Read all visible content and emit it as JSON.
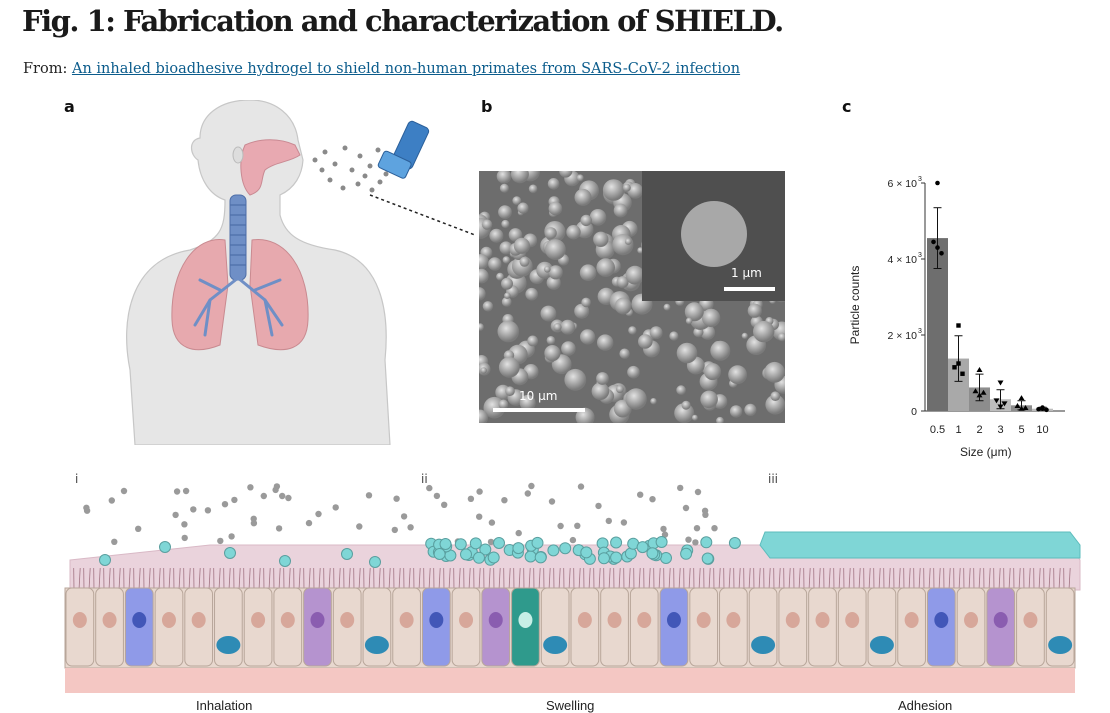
{
  "header": {
    "title": "Fig. 1: Fabrication and characterization of SHIELD.",
    "from_prefix": "From:",
    "from_link": "An inhaled bioadhesive hydrogel to shield non-human primates from SARS-CoV-2 infection"
  },
  "panels": {
    "a": "a",
    "b": "b",
    "c": "c"
  },
  "sem": {
    "scale_main": "10 μm",
    "scale_inset": "1 μm"
  },
  "roman": {
    "i": "i",
    "ii": "ii",
    "iii": "iii"
  },
  "stages": {
    "inhalation": "Inhalation",
    "swelling": "Swelling",
    "adhesion": "Adhesion"
  },
  "colors": {
    "bar_dark": "#6e6e6e",
    "bar_light": "#a9a9a9",
    "link": "#0b5c8c",
    "hydrogel": "#7fd6d6",
    "mucus": "#ead3dc"
  },
  "chart_data": {
    "type": "bar",
    "title": "",
    "xlabel": "Size (μm)",
    "ylabel": "Particle counts",
    "categories": [
      "0.5",
      "1",
      "2",
      "3",
      "5",
      "10"
    ],
    "values": [
      4550,
      1380,
      620,
      310,
      150,
      60
    ],
    "errors": [
      800,
      600,
      350,
      250,
      120,
      40
    ],
    "ylim": [
      0,
      6000
    ],
    "yticks": [
      {
        "value": 0,
        "label": "0"
      },
      {
        "value": 2000,
        "label": "2 × 10"
      },
      {
        "value": 4000,
        "label": "4 × 10"
      },
      {
        "value": 6000,
        "label": "6 × 10"
      }
    ],
    "ytick_exp": "3",
    "points": [
      [
        6000,
        4450,
        4150,
        4300
      ],
      [
        2250,
        1150,
        980,
        1250
      ],
      [
        1080,
        520,
        480,
        410
      ],
      [
        750,
        280,
        200,
        120
      ],
      [
        340,
        130,
        80,
        60
      ],
      [
        90,
        45,
        30,
        60
      ]
    ],
    "markers": [
      "circle",
      "square",
      "triangle-up",
      "triangle-down",
      "triangle-up",
      "circle"
    ],
    "bar_colors": [
      "#6e6e6e",
      "#a9a9a9",
      "#8d8d8d",
      "#bdbdbd",
      "#8d8d8d",
      "#bdbdbd"
    ],
    "grid": false
  }
}
